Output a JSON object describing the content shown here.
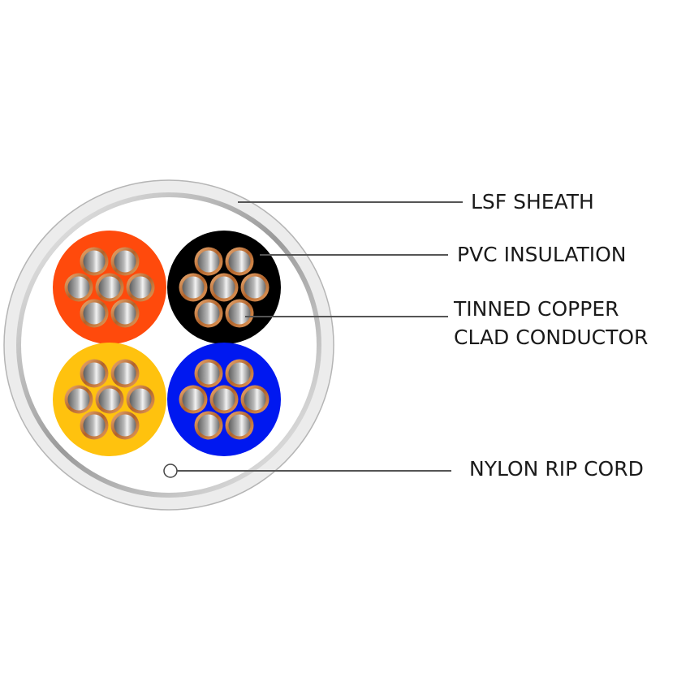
{
  "labels": {
    "sheath": "LSF SHEATH",
    "insulation": "PVC INSULATION",
    "conductor_line1": "TINNED COPPER",
    "conductor_line2": "CLAD CONDUCTOR",
    "rip_cord": "NYLON RIP CORD"
  },
  "cores": [
    {
      "name": "orange",
      "color": "#ff4a0c"
    },
    {
      "name": "black",
      "color": "#000000"
    },
    {
      "name": "yellow",
      "color": "#ffc20e"
    },
    {
      "name": "blue",
      "color": "#0018f0"
    }
  ],
  "strands_per_core": 7,
  "colors": {
    "sheath": "#e9e9e9",
    "copper": "#c87a3c",
    "tin": "#8c8c8c",
    "leader": "#555555"
  }
}
